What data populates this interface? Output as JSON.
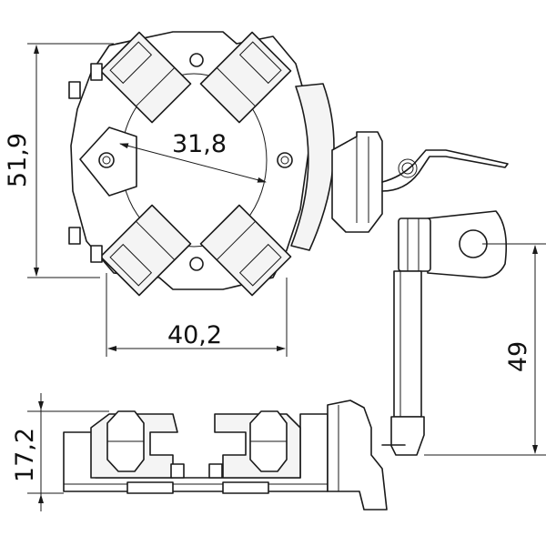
{
  "dimensions": {
    "overall_height": "51,9",
    "hole_spacing": "31,8",
    "overall_width": "40,2",
    "terminal_length": "49",
    "side_height": "17,2"
  }
}
